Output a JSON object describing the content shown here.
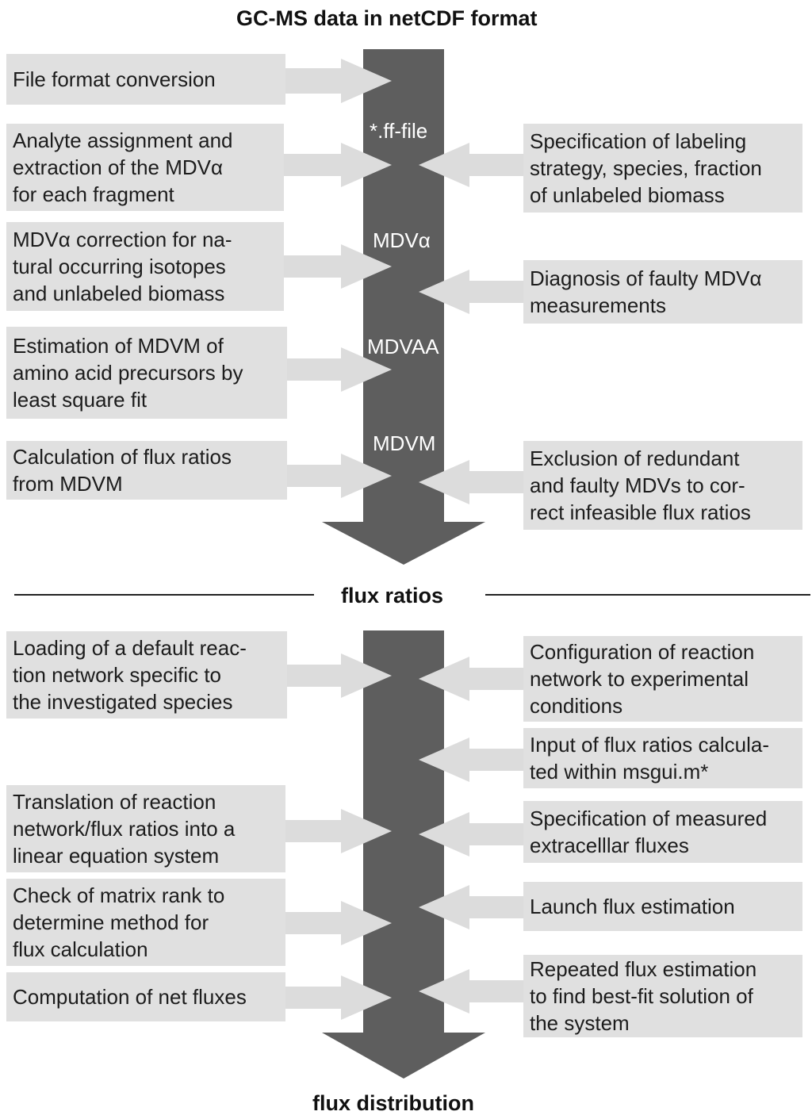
{
  "titles": {
    "top": "GC-MS data in netCDF format",
    "middle": "flux ratios",
    "bottom": "flux distribution"
  },
  "stages": [
    "*.ff-file",
    "MDVα",
    "MDVAA",
    "MDVM"
  ],
  "left_steps_top": [
    "File format conversion",
    "Analyte assignment and\nextraction of the MDVα\nfor each fragment",
    "MDVα correction for na-\ntural occurring isotopes\nand unlabeled biomass",
    "Estimation of MDVM of\namino acid precursors by\n least square fit",
    "Calculation of flux ratios\nfrom MDVM"
  ],
  "right_steps_top": [
    "Specification of labeling\nstrategy, species, fraction\nof unlabeled biomass",
    "Diagnosis of faulty MDVα\nmeasurements",
    "Exclusion of redundant\nand faulty MDVs to cor-\nrect infeasible flux ratios"
  ],
  "left_steps_bottom": [
    "Loading of a default reac-\ntion network specific to\nthe investigated species",
    "Translation of reaction\nnetwork/flux ratios into a\nlinear equation system",
    "Check of matrix rank to\ndetermine method for\nflux calculation",
    "Computation of net fluxes"
  ],
  "right_steps_bottom": [
    "Configuration of reaction\nnetwork to experimental\nconditions",
    "Input of flux ratios calcula-\nted within msgui.m*",
    "Specification of measured\nextracelllar fluxes",
    "Launch flux estimation",
    "Repeated flux estimation\nto find best-fit solution of\nthe system"
  ],
  "colors": {
    "main_arrow": "#5e5e5e",
    "box_fill": "#e0e0e0",
    "side_arrow": "#dcdcdc",
    "text": "#1c1c1c"
  }
}
